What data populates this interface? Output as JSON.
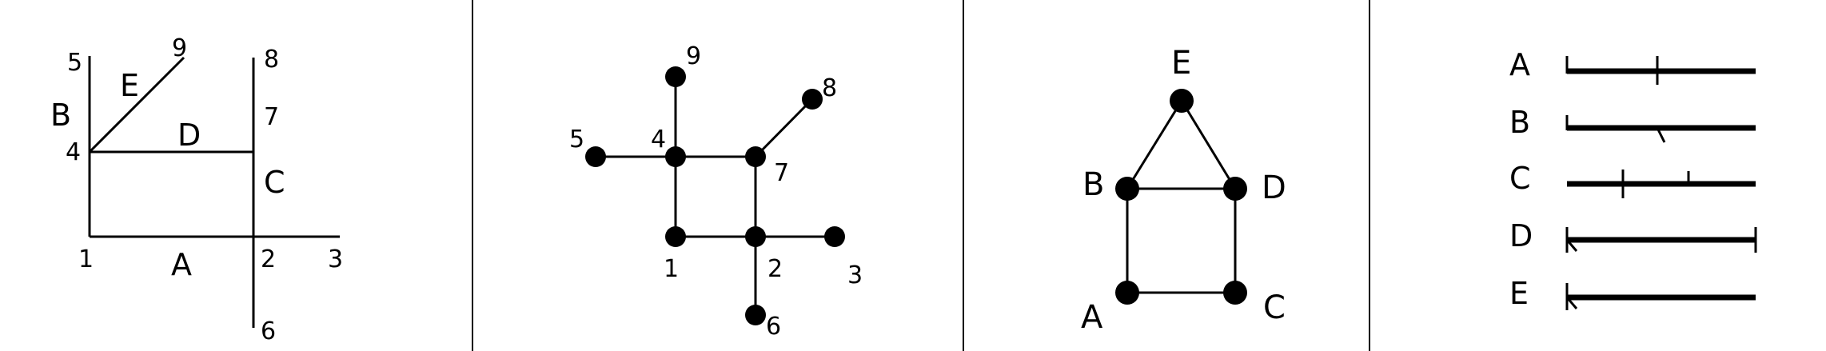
{
  "panel1": {
    "nodes": [
      "1",
      "2",
      "3",
      "4",
      "5",
      "6",
      "7",
      "8",
      "9"
    ],
    "edges": [
      "A",
      "B",
      "C",
      "D",
      "E"
    ]
  },
  "panel2": {
    "nodes": [
      "1",
      "2",
      "3",
      "4",
      "5",
      "6",
      "7",
      "8",
      "9"
    ]
  },
  "panel3": {
    "nodes": [
      "A",
      "B",
      "C",
      "D",
      "E"
    ]
  },
  "panel4": {
    "rows": [
      "A",
      "B",
      "C",
      "D",
      "E"
    ]
  }
}
